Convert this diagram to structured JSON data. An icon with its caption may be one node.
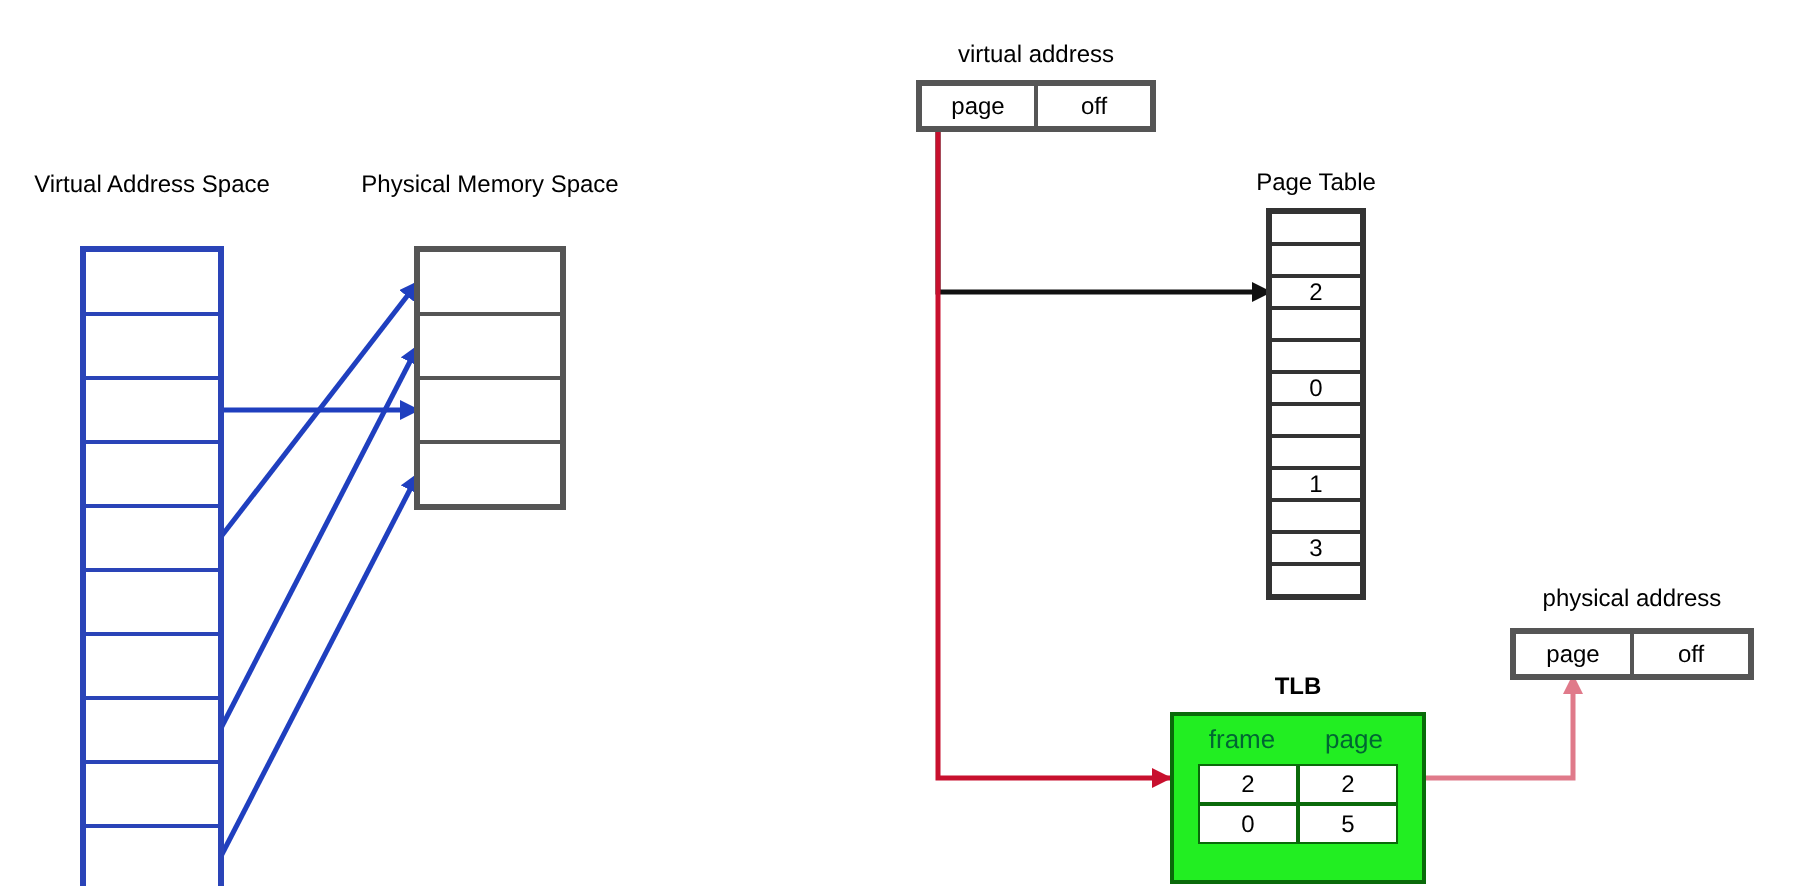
{
  "diagram": {
    "nodes": [
      {
        "text": [
          "Virtual Address Space"
        ]
      },
      {
        "text": [],
        "shape": "box",
        "in": 0
      },
      {
        "text": [],
        "shape": "box",
        "in": 0
      },
      {
        "text": [],
        "shape": "box",
        "in": 0
      },
      {
        "text": [],
        "shape": "box",
        "in": 0
      },
      {
        "text": [],
        "shape": "box",
        "in": 0
      },
      {
        "text": [],
        "shape": "box",
        "in": 0
      },
      {
        "text": [],
        "shape": "box",
        "in": 0
      },
      {
        "text": [],
        "shape": "box",
        "in": 0
      },
      {
        "text": [],
        "shape": "box",
        "in": 0
      },
      {
        "text": [],
        "shape": "box",
        "in": 0
      },
      {
        "text": [
          "Physical Memory Space"
        ]
      },
      {
        "text": [],
        "shape": "box",
        "in": 11
      },
      {
        "text": [],
        "shape": "box",
        "in": 11
      },
      {
        "text": [],
        "shape": "box",
        "in": 11
      },
      {
        "text": [],
        "shape": "box",
        "in": 11
      },
      {
        "text": [
          "virtual address"
        ]
      },
      {
        "text": [
          "page"
        ],
        "in": 16
      },
      {
        "text": [
          "off"
        ],
        "in": 16
      },
      {
        "text": [
          "Page Table"
        ]
      },
      {
        "text": [],
        "shape": "box",
        "in": 19
      },
      {
        "text": [],
        "shape": "box",
        "in": 19
      },
      {
        "text": [
          "2"
        ],
        "in": 19
      },
      {
        "text": [],
        "shape": "box",
        "in": 19
      },
      {
        "text": [],
        "shape": "box",
        "in": 19
      },
      {
        "text": [
          "0"
        ],
        "in": 19
      },
      {
        "text": [],
        "shape": "box",
        "in": 19
      },
      {
        "text": [],
        "shape": "box",
        "in": 19
      },
      {
        "text": [
          "1"
        ],
        "in": 19
      },
      {
        "text": [],
        "shape": "box",
        "in": 19
      },
      {
        "text": [
          "3"
        ],
        "in": 19
      },
      {
        "text": [],
        "shape": "box",
        "in": 19
      },
      {
        "text": [
          "TLB",
          "frame",
          "page"
        ]
      },
      {
        "text": [
          "2"
        ],
        "in": 32
      },
      {
        "text": [
          "2"
        ],
        "in": 32
      },
      {
        "text": [
          "0"
        ],
        "in": 32
      },
      {
        "text": [
          "5"
        ],
        "in": 32
      },
      {
        "text": [
          "physical address"
        ]
      },
      {
        "text": [
          "page"
        ],
        "in": 37
      },
      {
        "text": [
          "off"
        ],
        "in": 37
      }
    ],
    "edges": [
      {
        "from": 3,
        "to": 14,
        "arrow": "to",
        "color": "#1f3fbf"
      },
      {
        "from": 5,
        "to": 12,
        "arrow": "to",
        "color": "#1f3fbf"
      },
      {
        "from": 8,
        "to": 13,
        "arrow": "to",
        "color": "#1f3fbf"
      },
      {
        "from": 10,
        "to": 15,
        "arrow": "to",
        "color": "#1f3fbf"
      },
      {
        "from": 17,
        "to": 22,
        "arrow": "to",
        "color": "#111111"
      },
      {
        "from": 17,
        "to": 32,
        "arrow": "to",
        "color": "#c8102e"
      },
      {
        "from": 32,
        "to": 38,
        "arrow": "to",
        "color": "#e07a8a"
      }
    ]
  }
}
